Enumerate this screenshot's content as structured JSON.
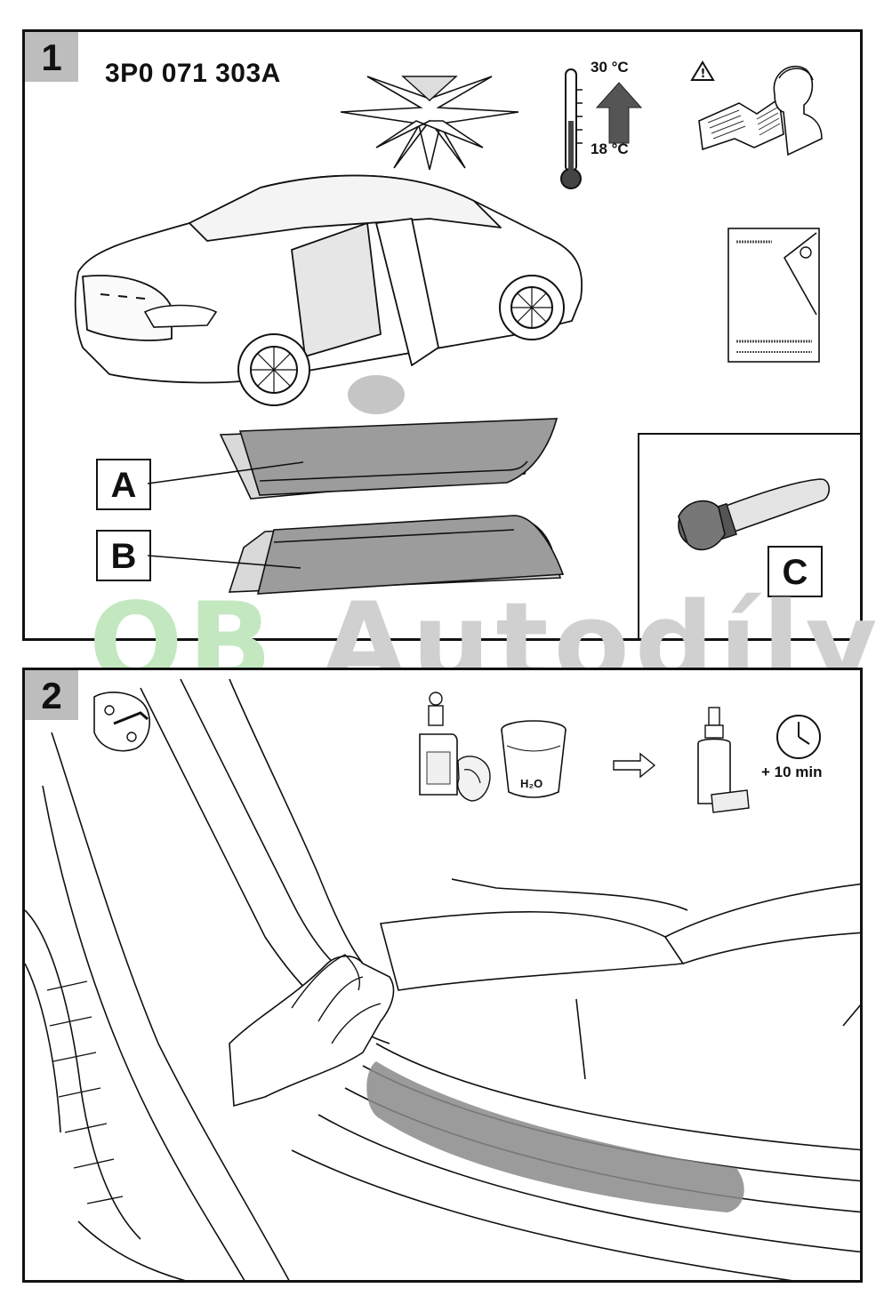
{
  "step1": {
    "number": "1",
    "part_number": "3P0 071 303A",
    "temp_high": "30 °C",
    "temp_low": "18 °C",
    "label_a": "A",
    "label_b": "B",
    "label_c": "C",
    "icons": [
      "sun-warning-icon",
      "thermometer-icon",
      "warning-read-manual-icon",
      "instruction-sheet-icon",
      "roller-tool-icon"
    ]
  },
  "step2": {
    "number": "2",
    "h2o_label": "H₂O",
    "timer_label": "+ 10 min",
    "icons": [
      "cleaner-bottle-icon",
      "cloth-icon",
      "water-bucket-icon",
      "arrow-right-icon",
      "spray-bottle-icon",
      "clock-icon"
    ]
  },
  "watermark": {
    "green_text": "OB",
    "grey_text": "Autodíly",
    "colors": {
      "green": "#c3e8c0",
      "grey": "#d0d0d0"
    }
  }
}
